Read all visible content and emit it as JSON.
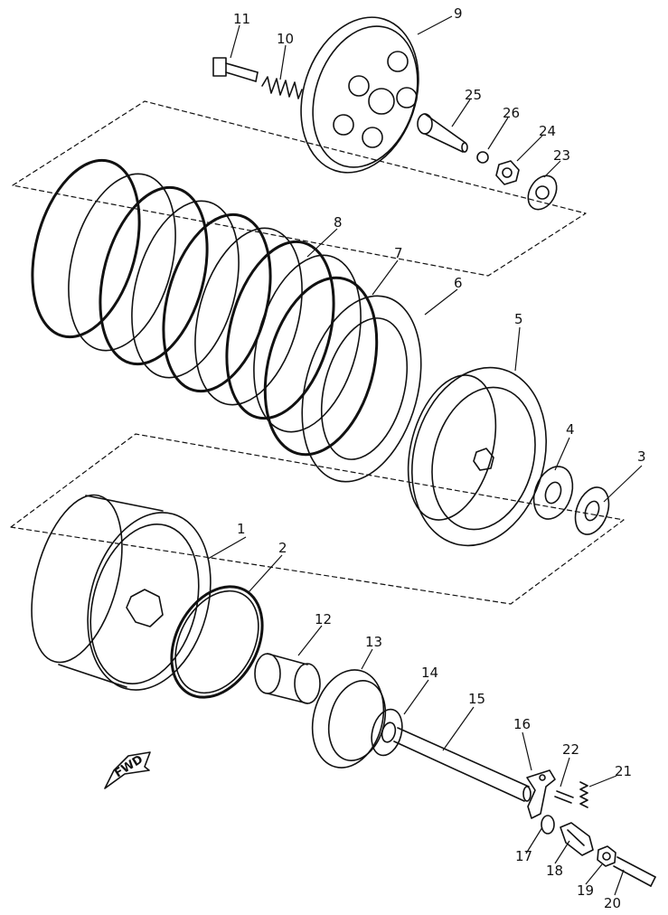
{
  "callouts": [
    {
      "id": "1",
      "label": "1"
    },
    {
      "id": "2",
      "label": "2"
    },
    {
      "id": "3",
      "label": "3"
    },
    {
      "id": "4",
      "label": "4"
    },
    {
      "id": "5",
      "label": "5"
    },
    {
      "id": "6",
      "label": "6"
    },
    {
      "id": "7",
      "label": "7"
    },
    {
      "id": "8",
      "label": "8"
    },
    {
      "id": "9",
      "label": "9"
    },
    {
      "id": "10",
      "label": "10"
    },
    {
      "id": "11",
      "label": "11"
    },
    {
      "id": "12",
      "label": "12"
    },
    {
      "id": "13",
      "label": "13"
    },
    {
      "id": "14",
      "label": "14"
    },
    {
      "id": "15",
      "label": "15"
    },
    {
      "id": "16",
      "label": "16"
    },
    {
      "id": "17",
      "label": "17"
    },
    {
      "id": "18",
      "label": "18"
    },
    {
      "id": "19",
      "label": "19"
    },
    {
      "id": "20",
      "label": "20"
    },
    {
      "id": "21",
      "label": "21"
    },
    {
      "id": "22",
      "label": "22"
    },
    {
      "id": "23",
      "label": "23"
    },
    {
      "id": "24",
      "label": "24"
    },
    {
      "id": "25",
      "label": "25"
    },
    {
      "id": "26",
      "label": "26"
    }
  ],
  "direction_marker": {
    "label": "FWD",
    "icon": "fwd-arrow-icon"
  },
  "colors": {
    "ink": "#111111",
    "paper": "#ffffff"
  }
}
